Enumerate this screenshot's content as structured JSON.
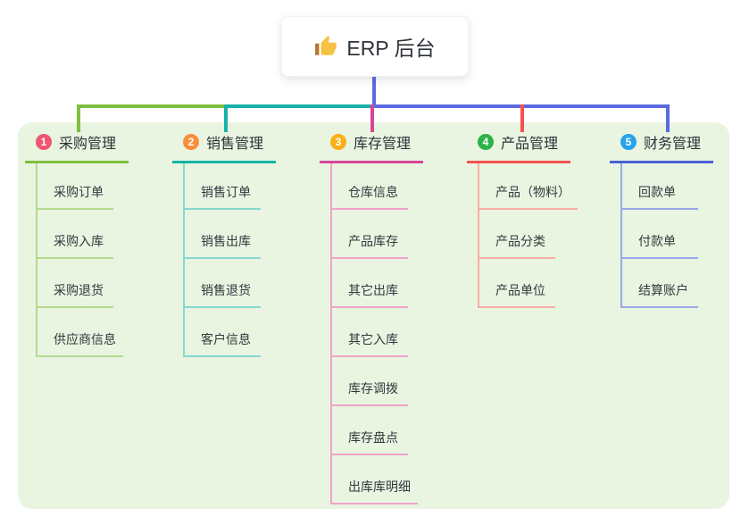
{
  "root": {
    "label": "ERP 后台",
    "icon": "thumbs-up-icon"
  },
  "canvas": {
    "background": "#ffffff",
    "panel_background": "#e9f5e1"
  },
  "connector": {
    "trunk_color": "#5b6be0"
  },
  "branches": [
    {
      "number": "1",
      "label": "采购管理",
      "badge_color": "#ef5672",
      "line_color": "#7fbf3f",
      "light_color": "#b3da90",
      "children": [
        "采购订单",
        "采购入库",
        "采购退货",
        "供应商信息"
      ]
    },
    {
      "number": "2",
      "label": "销售管理",
      "badge_color": "#f78e3c",
      "line_color": "#16b3a6",
      "light_color": "#85d8cd",
      "children": [
        "销售订单",
        "销售出库",
        "销售退货",
        "客户信息"
      ]
    },
    {
      "number": "3",
      "label": "库存管理",
      "badge_color": "#fbaf18",
      "line_color": "#d6459a",
      "light_color": "#f1a3c8",
      "children": [
        "仓库信息",
        "产品库存",
        "其它出库",
        "其它入库",
        "库存调拨",
        "库存盘点",
        "出库库明细"
      ]
    },
    {
      "number": "4",
      "label": "产品管理",
      "badge_color": "#2eb348",
      "line_color": "#f4524e",
      "light_color": "#f9aca6",
      "children": [
        "产品（物料）",
        "产品分类",
        "产品单位"
      ]
    },
    {
      "number": "5",
      "label": "财务管理",
      "badge_color": "#27a3ea",
      "line_color": "#4a5fd4",
      "light_color": "#9aa9e8",
      "children": [
        "回款单",
        "付款单",
        "结算账户"
      ]
    }
  ]
}
